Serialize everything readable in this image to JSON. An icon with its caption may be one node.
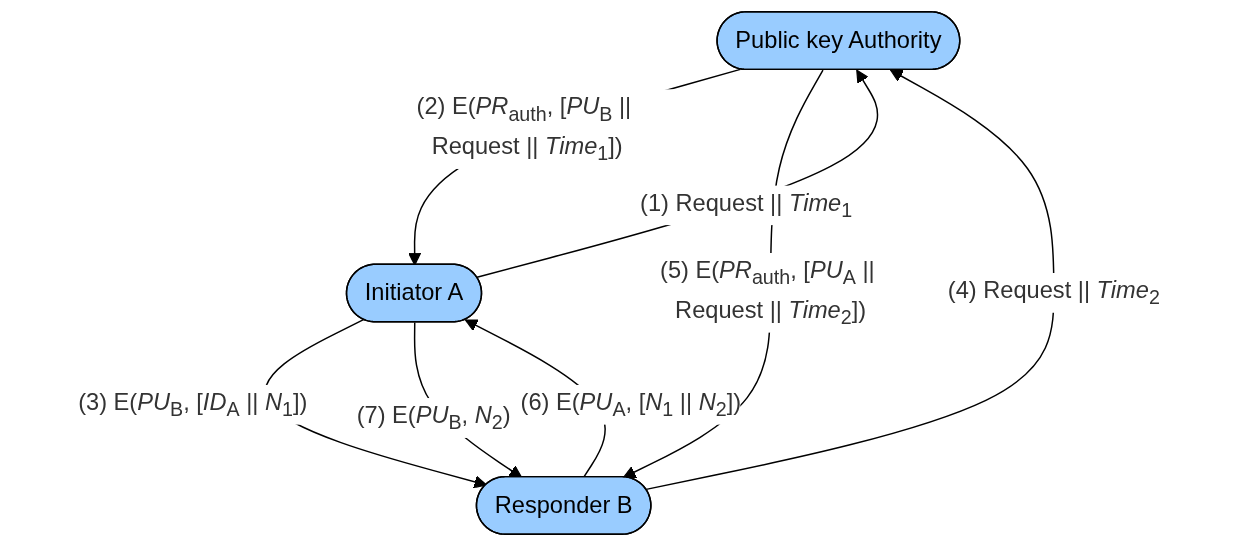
{
  "diagram": {
    "nodes": [
      {
        "text": [
          "Public key Authority"
        ]
      },
      {
        "text": [
          "Initiator A"
        ]
      },
      {
        "text": [
          "Responder B"
        ]
      }
    ],
    "edges": [
      {
        "from": 1,
        "to": 0,
        "arrow": "to",
        "label": "(1) Request || *Time*$_{1}$"
      },
      {
        "from": 0,
        "to": 1,
        "arrow": "to",
        "label": "(2) E(*PR*$_{auth}$, [*PU*$_{B}$ || Request || *Time*$_{1}$])"
      },
      {
        "from": 1,
        "to": 2,
        "arrow": "to",
        "label": "(3) E(*PU*$_{B}$, [*ID*$_{A}$ || *N*$_{1}$])"
      },
      {
        "from": 2,
        "to": 0,
        "arrow": "to",
        "label": "(4) Request || *Time*$_{2}$"
      },
      {
        "from": 0,
        "to": 2,
        "arrow": "to",
        "label": "(5) E(*PR*$_{auth}$, [*PU*$_{A}$ || Request || *Time*$_{2}$])"
      },
      {
        "from": 2,
        "to": 1,
        "arrow": "to",
        "label": "(6) E(*PU*$_{A}$, [*N*$_{1}$ || *N*$_{2}$])"
      },
      {
        "from": 1,
        "to": 2,
        "arrow": "to",
        "label": "(7) E(*PU*$_{B}$, *N*$_{2}$)"
      }
    ]
  }
}
